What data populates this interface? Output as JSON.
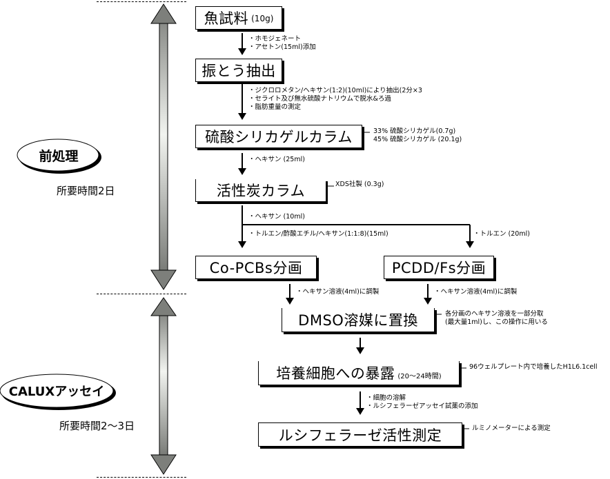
{
  "phases": [
    {
      "label": "前処理",
      "duration": "所要時間2日"
    },
    {
      "label": "CALUXアッセイ",
      "duration": "所要時間2～3日"
    }
  ],
  "steps": {
    "fish_sample": {
      "label": "魚試料",
      "sub": "(10g)"
    },
    "shake_extract": {
      "label": "振とう抽出"
    },
    "silica_column": {
      "label": "硫酸シリカゲルカラム"
    },
    "carbon_column": {
      "label": "活性炭カラム"
    },
    "copcb_fraction": {
      "label": "Co-PCBs分画"
    },
    "pcdd_fraction": {
      "label": "PCDD/Fs分画"
    },
    "dmso_replace": {
      "label": "DMSO溶媒に置換"
    },
    "cell_exposure": {
      "label": "培養細胞への暴露",
      "sub": "(20～24時間)"
    },
    "luciferase": {
      "label": "ルシフェラーゼ活性測定"
    }
  },
  "notes": {
    "after_fish": [
      "・ホモジェネート",
      "・アセトン(15ml)添加"
    ],
    "after_shake": [
      "・ジクロロメタン/ヘキサン(1:2)(10ml)により抽出(2分×3",
      "・セライト及び無水硫酸ナトリウムで脱水&ろ過",
      "・脂肪重量の測定"
    ],
    "silica_side": [
      "33% 硫酸シリカゲル(0.7g)",
      "45% 硫酸シリカゲル (20.1g)"
    ],
    "after_silica": [
      "・ヘキサン (25ml)"
    ],
    "carbon_side": [
      "XDS社製 (0.3g)"
    ],
    "after_carbon": [
      "・ヘキサン (10ml)"
    ],
    "to_copcb": [
      "・トルエン/酢酸エチル/ヘキサン(1:1:8)(15ml)"
    ],
    "to_pcdd": [
      "・トルエン (20ml)"
    ],
    "after_copcb": [
      "・ヘキサン溶液(4ml)に調製"
    ],
    "after_pcdd": [
      "・ヘキサン溶液(4ml)に調製"
    ],
    "dmso_side": [
      "各分画のヘキサン溶液を一部分取",
      "(最大量1ml)し、この操作に用いる"
    ],
    "exposure_side": [
      "96ウェルプレート内で培養したH1L6.1cell"
    ],
    "after_exposure": [
      "・細胞の溶解",
      "・ルシフェラーゼアッセイ試薬の添加"
    ],
    "luciferase_side": [
      "ルミノメーターによる測定"
    ]
  }
}
